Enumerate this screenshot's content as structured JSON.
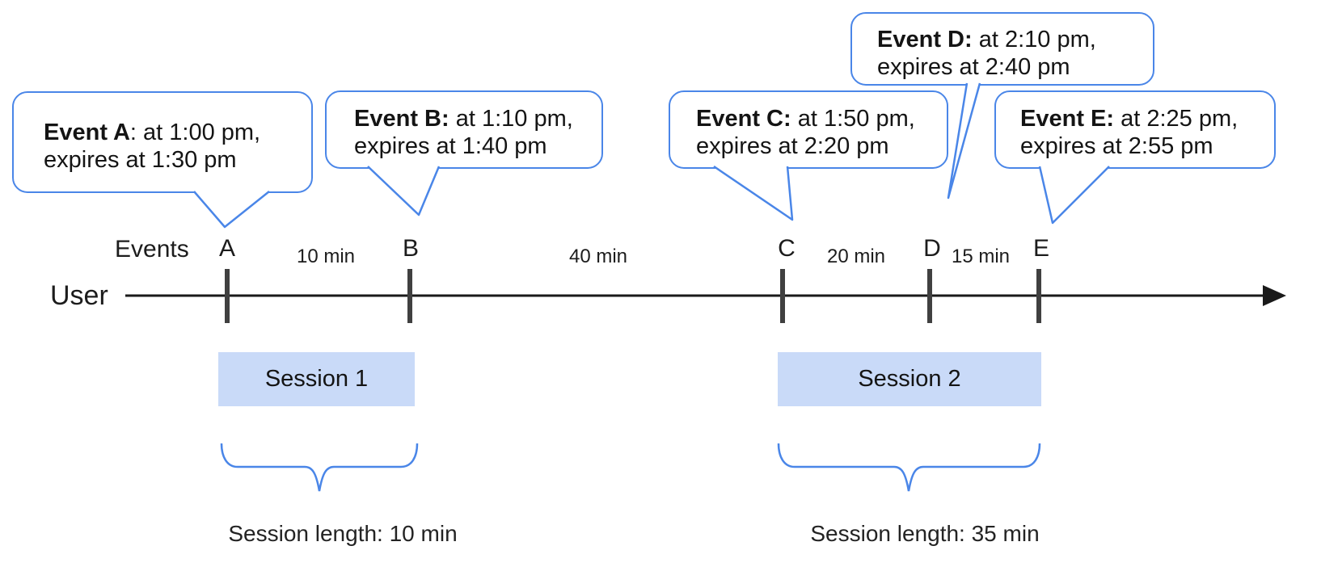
{
  "bubbles": [
    {
      "bold": "Event A",
      "rest": ": at 1:00 pm,",
      "line2": "expires at 1:30 pm"
    },
    {
      "bold": "Event B:",
      "rest": " at 1:10 pm,",
      "line2": "expires at 1:40 pm"
    },
    {
      "bold": "Event C:",
      "rest": " at 1:50 pm,",
      "line2": "expires at 2:20 pm"
    },
    {
      "bold": "Event D:",
      "rest": " at 2:10 pm,",
      "line2": "expires at 2:40 pm"
    },
    {
      "bold": "Event E:",
      "rest": " at 2:25 pm,",
      "line2": "expires at 2:55 pm"
    }
  ],
  "timeline": {
    "user_label": "User",
    "events_label": "Events",
    "marks": [
      "A",
      "B",
      "C",
      "D",
      "E"
    ],
    "intervals": [
      "10 min",
      "40 min",
      "20 min",
      "15 min"
    ]
  },
  "sessions": [
    {
      "label": "Session 1",
      "length": "Session length: 10 min"
    },
    {
      "label": "Session 2",
      "length": "Session length: 35 min"
    }
  ],
  "colors": {
    "accent": "#4a86e8",
    "session_fill": "#c9daf8",
    "tick": "#404040",
    "line": "#1a1a1a"
  }
}
